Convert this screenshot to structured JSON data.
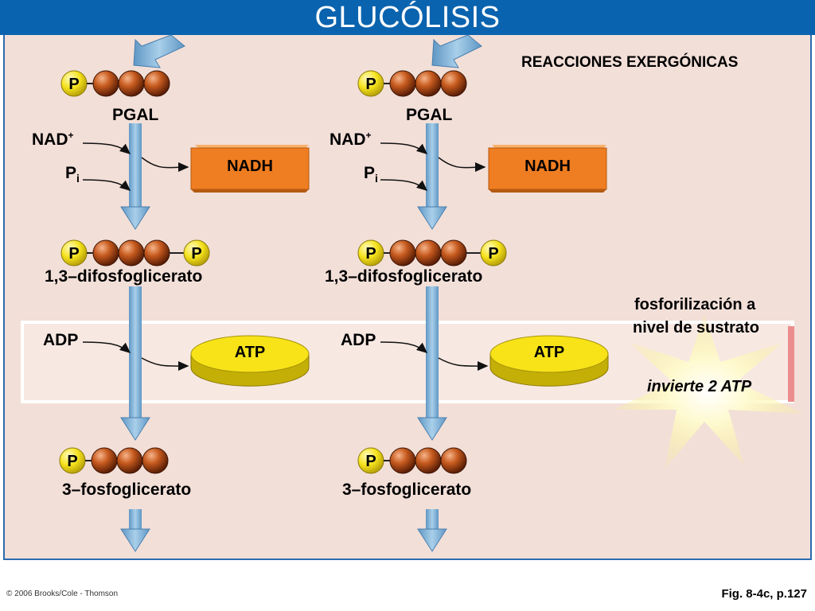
{
  "title": "GLUCÓLISIS",
  "header_note": "REACCIONES EXERGÓNICAS",
  "phosphate_label": "P",
  "left": {
    "pgal": "PGAL",
    "nad": "NAD",
    "nad_sup": "+",
    "pi": "P",
    "pi_sub": "i",
    "nadh": "NADH",
    "difosfo": "1,3–difosfoglicerato",
    "adp": "ADP",
    "atp": "ATP",
    "fosfo": "3–fosfoglicerato"
  },
  "right": {
    "pgal": "PGAL",
    "nad": "NAD",
    "nad_sup": "+",
    "pi": "P",
    "pi_sub": "i",
    "nadh": "NADH",
    "difosfo": "1,3–difosfoglicerato",
    "adp": "ADP",
    "atp": "ATP",
    "fosfo": "3–fosfoglicerato"
  },
  "sustrato_line1": "fosforilización a",
  "sustrato_line2": "nivel de sustrato",
  "invierte": "invierte 2 ATP",
  "footer": {
    "copyright": "© 2006 Brooks/Cole - Thomson",
    "figure_ref": "Fig. 8-4c, p.127"
  },
  "colors": {
    "title_bar": "#0a63ae",
    "panel": "#f2dfd8",
    "arrow_blue": "#7fb2d8",
    "nadh_orange": "#ef7d21",
    "atp_yellow": "#f7e318",
    "carbon_brown": "#b8501a",
    "phosphate_yellow": "#f9ea2e"
  }
}
